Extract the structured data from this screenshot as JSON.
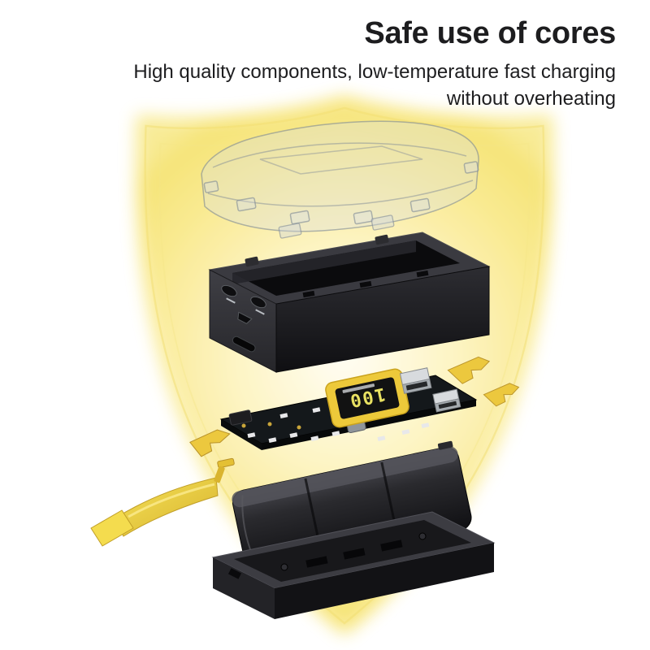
{
  "header": {
    "title": "Safe use of cores",
    "subtitle_line1": "High quality components, low-temperature fast charging",
    "subtitle_line2": "without overheating"
  },
  "device": {
    "display_value": "100"
  },
  "colors": {
    "glow_yellow": "#f7e678",
    "accent_yellow": "#eec93a",
    "strap_yellow": "#f2d84a",
    "case_black": "#1a1a1d",
    "title_text": "#1d1d1f",
    "background": "#ffffff"
  }
}
